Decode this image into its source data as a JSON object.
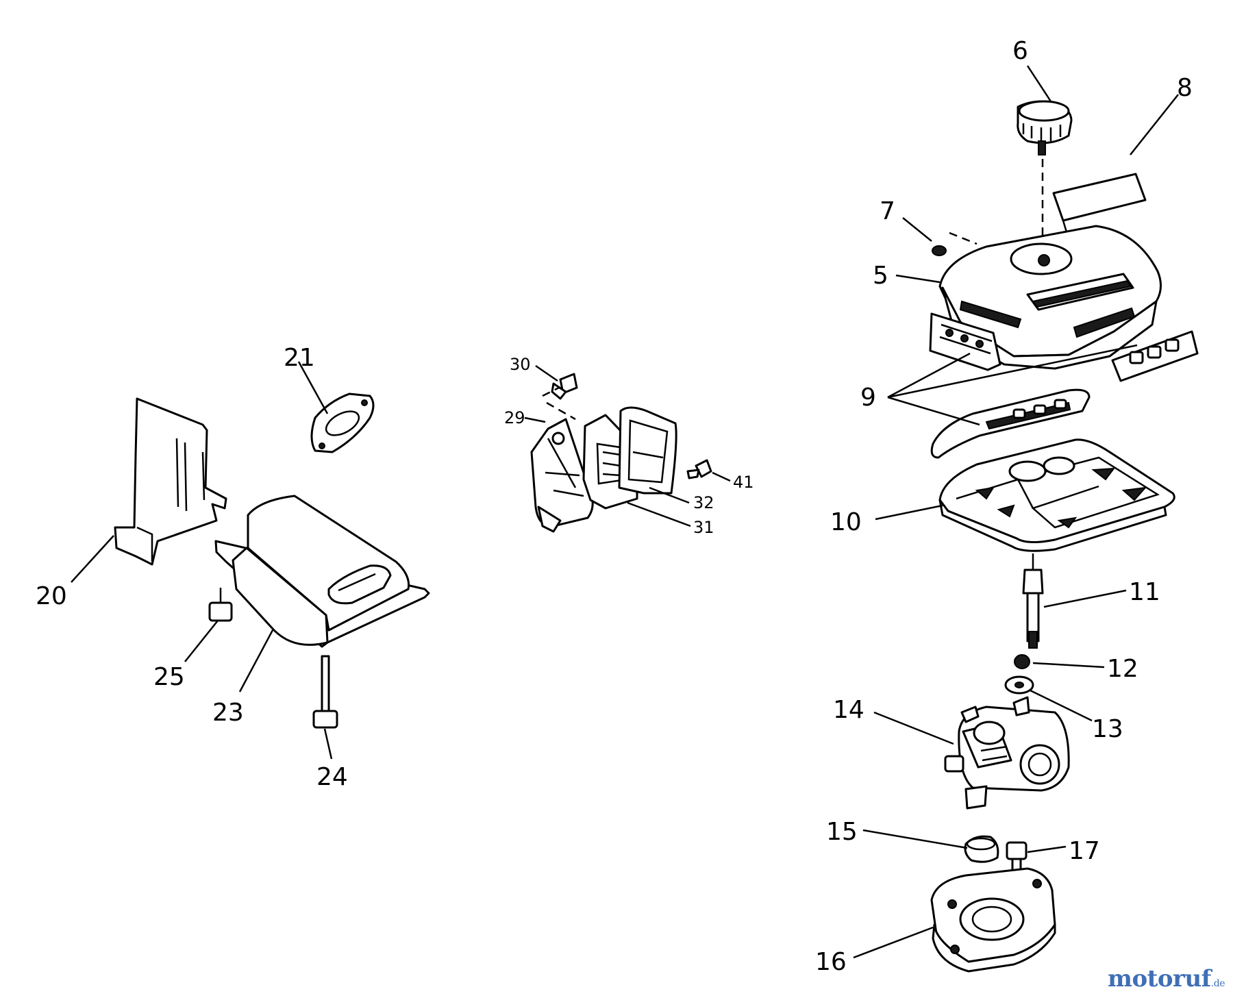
{
  "labels": {
    "p5": "5",
    "p6": "6",
    "p7": "7",
    "p8": "8",
    "p9": "9",
    "p10": "10",
    "p11": "11",
    "p12": "12",
    "p13": "13",
    "p14": "14",
    "p15": "15",
    "p16": "16",
    "p17": "17",
    "p20": "20",
    "p21": "21",
    "p23": "23",
    "p24": "24",
    "p25": "25",
    "p29": "29",
    "p30": "30",
    "p31": "31",
    "p32": "32",
    "p41": "41"
  },
  "watermark": {
    "name": "motoruf",
    "tld": ".de"
  },
  "colors": {
    "line": "#000000",
    "background": "#ffffff",
    "watermark": "#3f6fb5"
  }
}
